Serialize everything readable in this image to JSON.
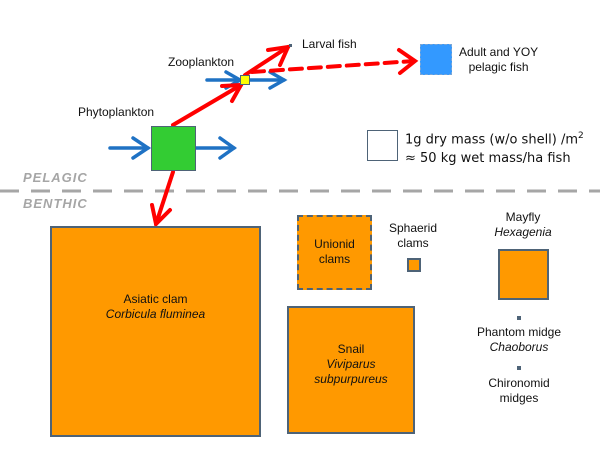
{
  "diagram": {
    "colors": {
      "flow_arrow": "#ff0000",
      "input_output_arrow": "#1f72c4",
      "phytoplankton": "#33cc33",
      "zooplankton": "#ffff00",
      "pelagic_fish": "#3399ff",
      "benthic": "#ff9900",
      "border": "#4e6377",
      "divider": "#a6a6a6"
    },
    "zones": {
      "upper": "PELAGIC",
      "lower": "BENTHIC"
    },
    "legend": {
      "line1": "1g dry mass (w/o shell) /m",
      "line1_sup": "2",
      "line2": "≈ 50 kg wet mass/ha fish"
    },
    "pelagic": {
      "phytoplankton": {
        "label": "Phytoplankton"
      },
      "zooplankton": {
        "label": "Zooplankton"
      },
      "larval_fish": {
        "label": "Larval fish"
      },
      "adult_fish": {
        "line1": "Adult and YOY",
        "line2": "pelagic fish"
      }
    },
    "benthic": {
      "asiatic_clam": {
        "common": "Asiatic clam",
        "scientific": "Corbicula fluminea"
      },
      "unionid": {
        "line1": "Unionid",
        "line2": "clams"
      },
      "sphaerid": {
        "line1": "Sphaerid",
        "line2": "clams"
      },
      "mayfly": {
        "common": "Mayfly",
        "scientific": "Hexagenia"
      },
      "snail": {
        "common": "Snail",
        "scientific1": "Viviparus",
        "scientific2": "subpurpureus"
      },
      "phantom_midge": {
        "common": "Phantom midge",
        "scientific": "Chaoborus"
      },
      "chironomid": {
        "line1": "Chironomid",
        "line2": "midges"
      }
    }
  }
}
